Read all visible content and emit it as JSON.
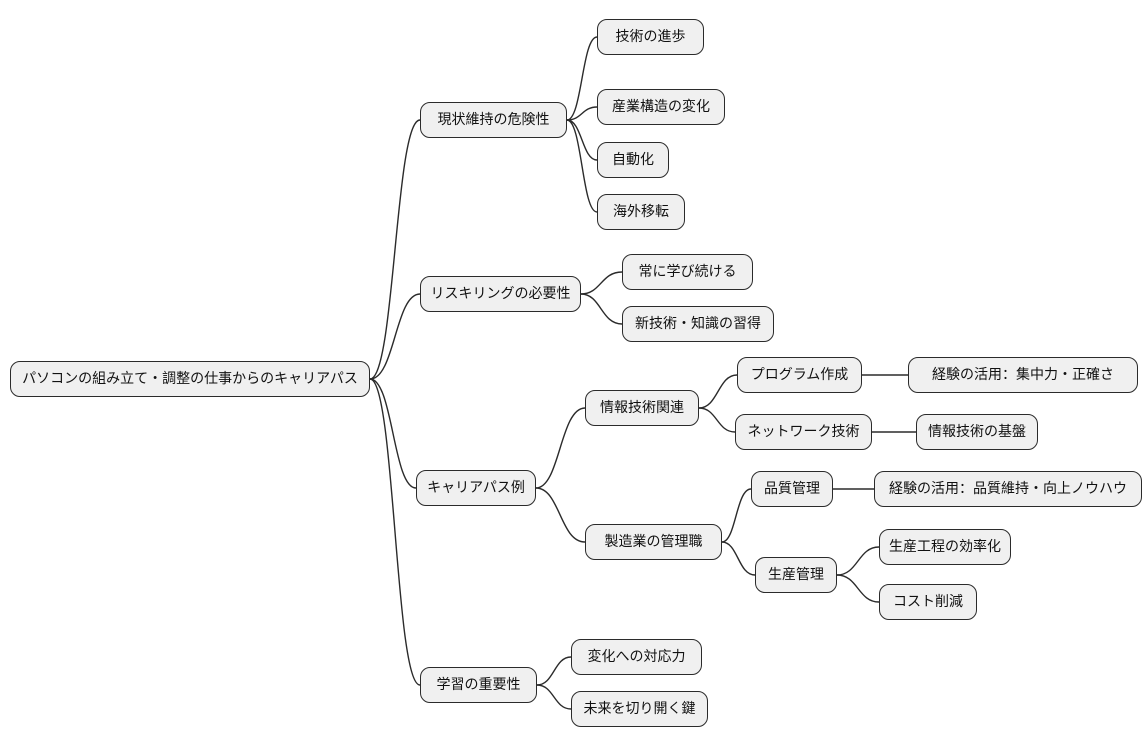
{
  "diagram": {
    "type": "mindmap",
    "colors": {
      "background": "#ffffff",
      "node_fill": "#f0f0f0",
      "node_border": "#2b2b2b",
      "edge": "#2b2b2b",
      "text": "#111111"
    },
    "root": {
      "label": "パソコンの組み立て・調整の仕事からのキャリアパス",
      "children": [
        {
          "label": "現状維持の危険性",
          "children": [
            {
              "label": "技術の進歩"
            },
            {
              "label": "産業構造の変化"
            },
            {
              "label": "自動化"
            },
            {
              "label": "海外移転"
            }
          ]
        },
        {
          "label": "リスキリングの必要性",
          "children": [
            {
              "label": "常に学び続ける"
            },
            {
              "label": "新技術・知識の習得"
            }
          ]
        },
        {
          "label": "キャリアパス例",
          "children": [
            {
              "label": "情報技術関連",
              "children": [
                {
                  "label": "プログラム作成",
                  "children": [
                    {
                      "label": "経験の活用：集中力・正確さ"
                    }
                  ]
                },
                {
                  "label": "ネットワーク技術",
                  "children": [
                    {
                      "label": "情報技術の基盤"
                    }
                  ]
                }
              ]
            },
            {
              "label": "製造業の管理職",
              "children": [
                {
                  "label": "品質管理",
                  "children": [
                    {
                      "label": "経験の活用：品質維持・向上ノウハウ"
                    }
                  ]
                },
                {
                  "label": "生産管理",
                  "children": [
                    {
                      "label": "生産工程の効率化"
                    },
                    {
                      "label": "コスト削減"
                    }
                  ]
                }
              ]
            }
          ]
        },
        {
          "label": "学習の重要性",
          "children": [
            {
              "label": "変化への対応力"
            },
            {
              "label": "未来を切り開く鍵"
            }
          ]
        }
      ]
    }
  }
}
